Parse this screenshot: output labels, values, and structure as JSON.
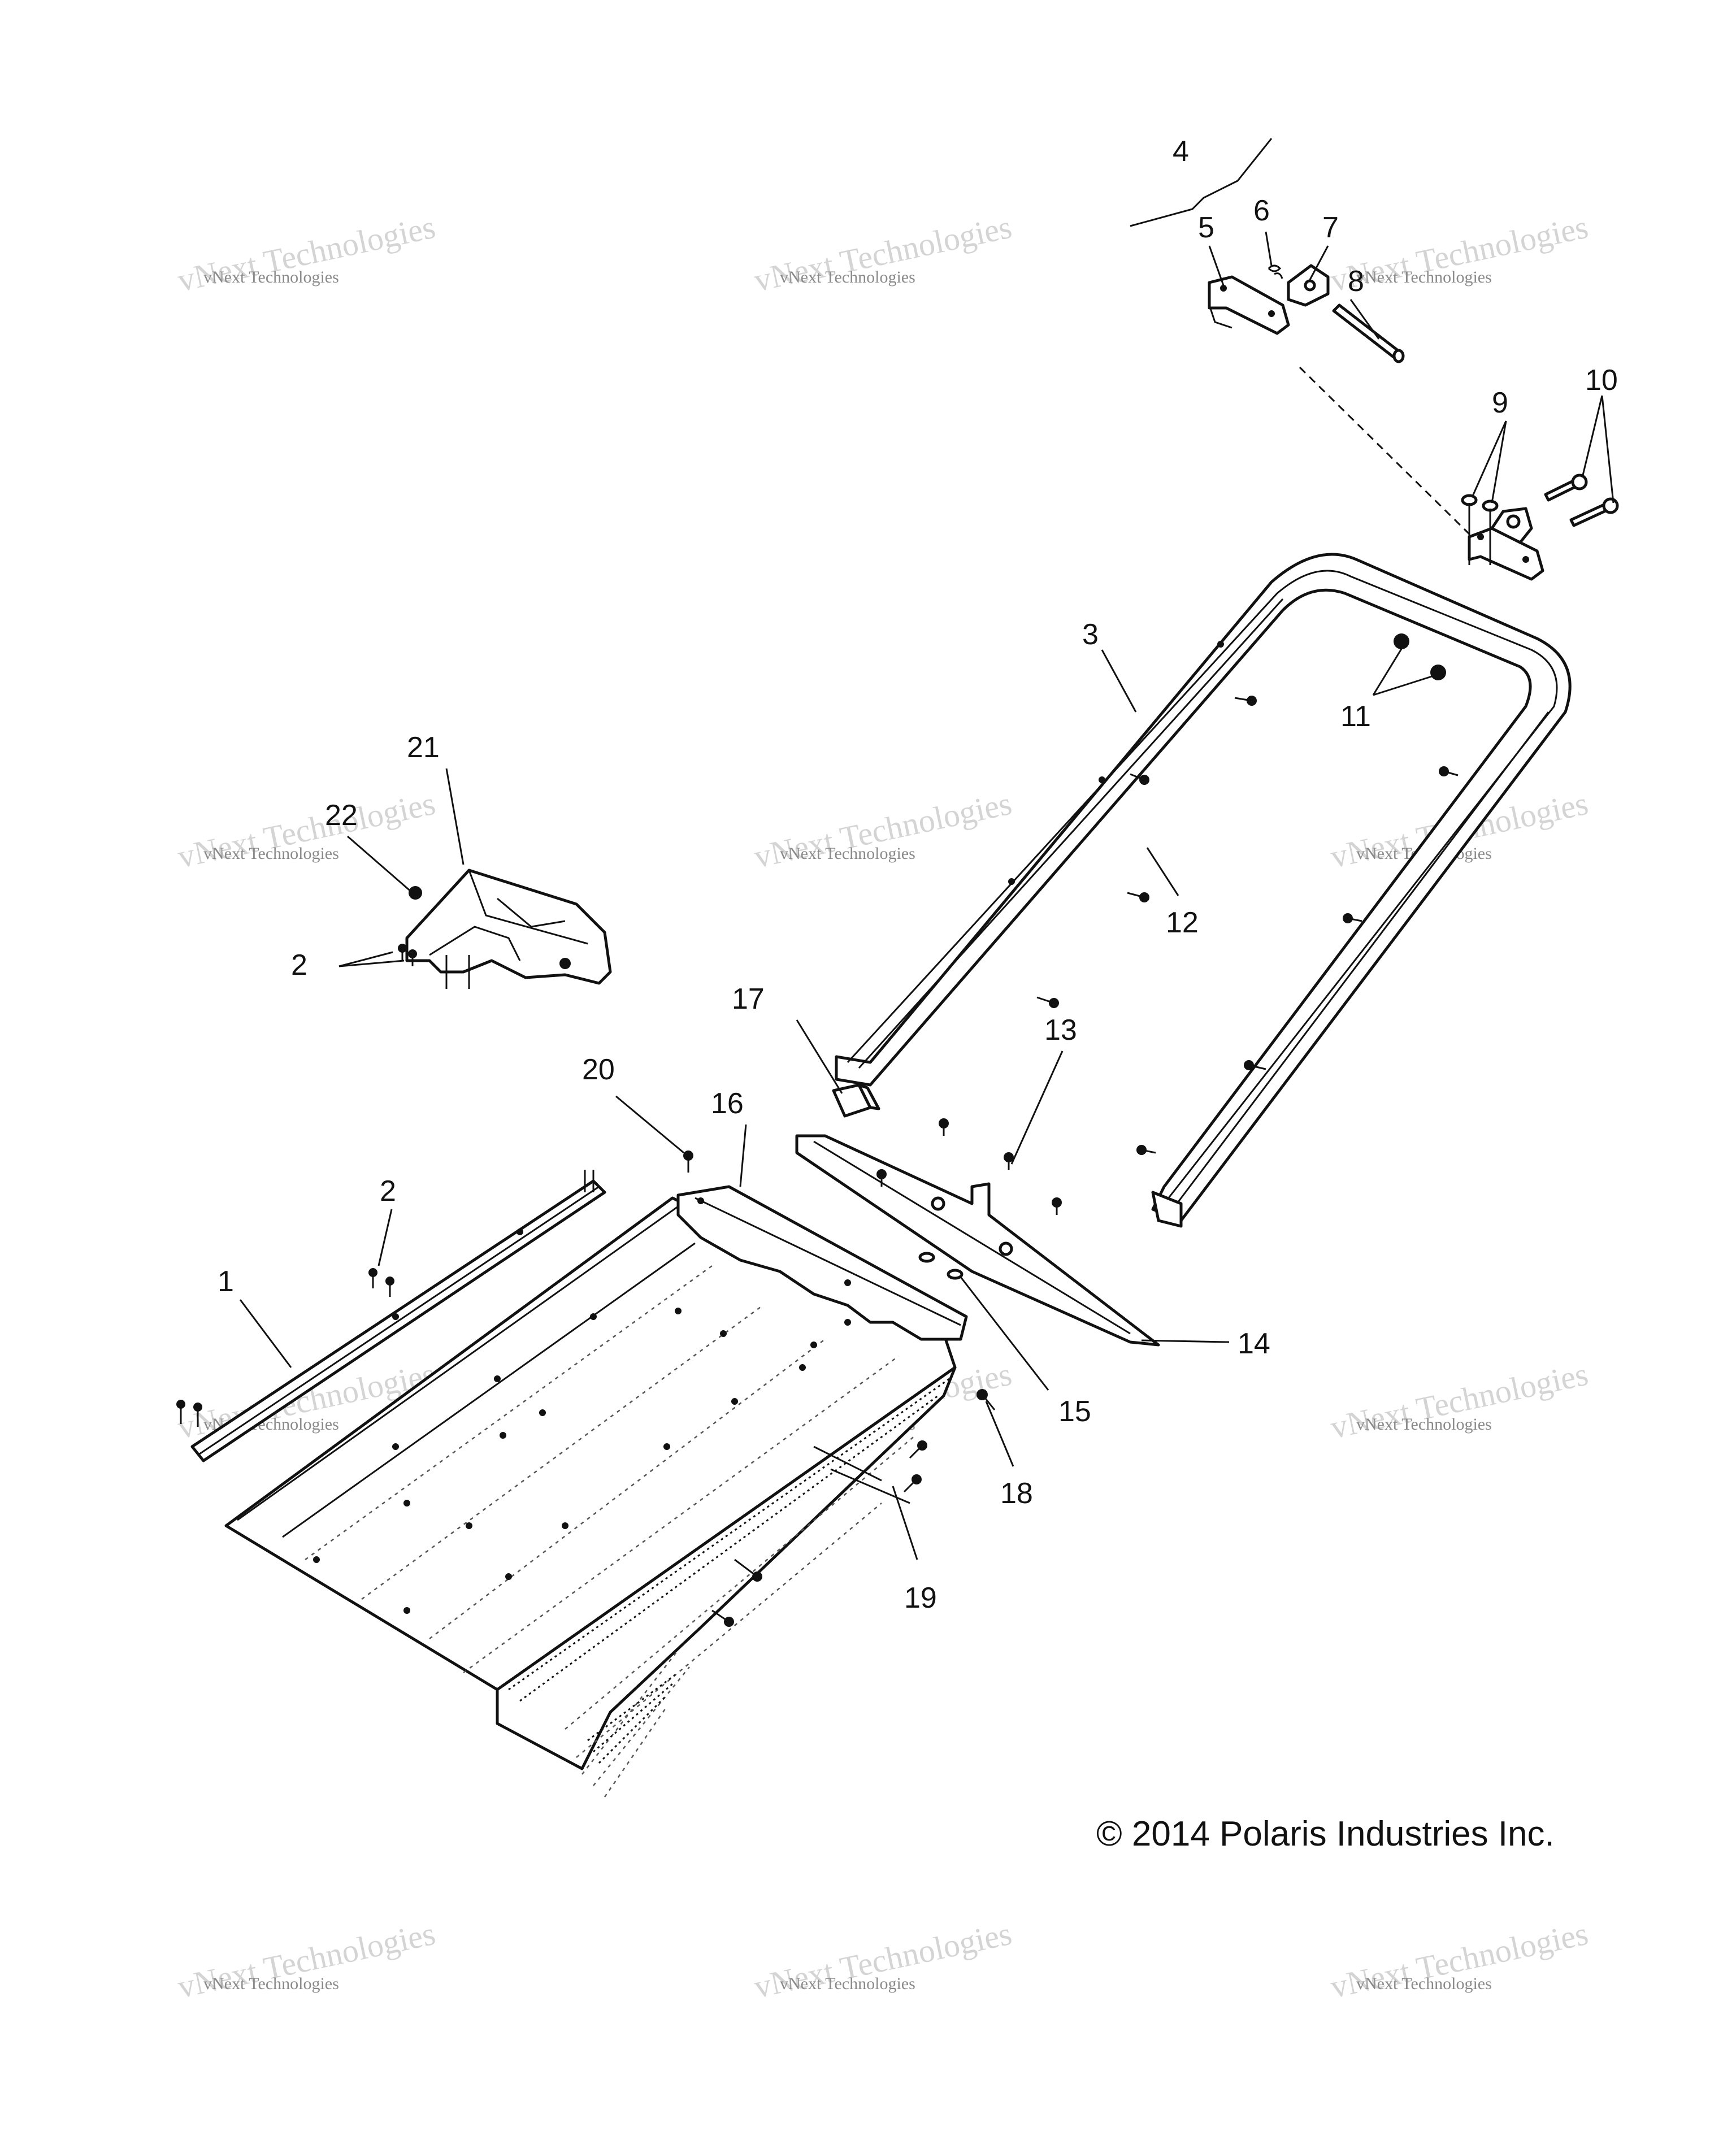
{
  "copyright": "© 2014 Polaris Industries Inc.",
  "watermark": {
    "line1": "vNext Technologies",
    "line2": "vNext Technologies"
  },
  "callouts": [
    {
      "label": "1"
    },
    {
      "label": "2"
    },
    {
      "label": "2"
    },
    {
      "label": "3"
    },
    {
      "label": "4"
    },
    {
      "label": "5"
    },
    {
      "label": "6"
    },
    {
      "label": "7"
    },
    {
      "label": "8"
    },
    {
      "label": "9"
    },
    {
      "label": "10"
    },
    {
      "label": "11"
    },
    {
      "label": "12"
    },
    {
      "label": "13"
    },
    {
      "label": "14"
    },
    {
      "label": "15"
    },
    {
      "label": "16"
    },
    {
      "label": "17"
    },
    {
      "label": "18"
    },
    {
      "label": "19"
    },
    {
      "label": "20"
    },
    {
      "label": "21"
    },
    {
      "label": "22"
    }
  ]
}
